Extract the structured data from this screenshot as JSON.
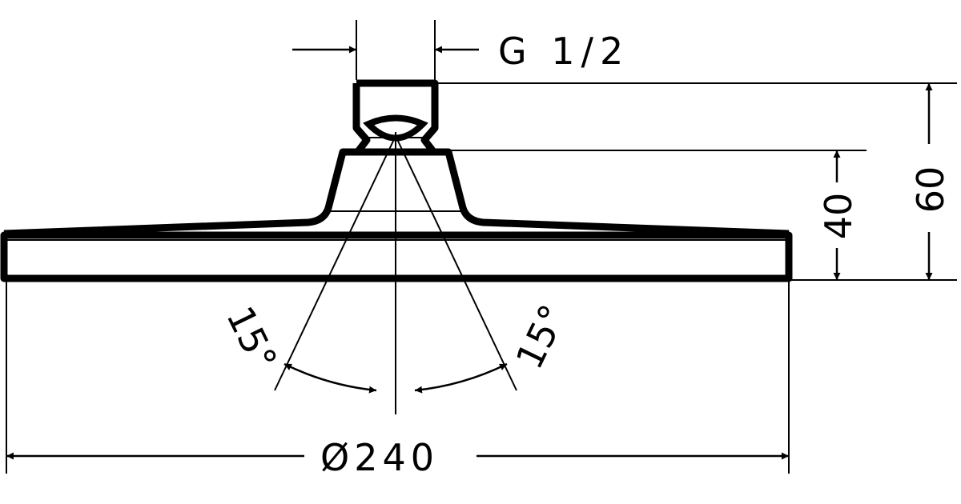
{
  "drawing": {
    "thread_label": "G 1/2",
    "diameter_label": "Ø240",
    "height_total_label": "60",
    "height_body_label": "40",
    "angle_left_label": "15°",
    "angle_right_label": "15°"
  },
  "colors": {
    "line": "#000000",
    "background": "#ffffff"
  }
}
